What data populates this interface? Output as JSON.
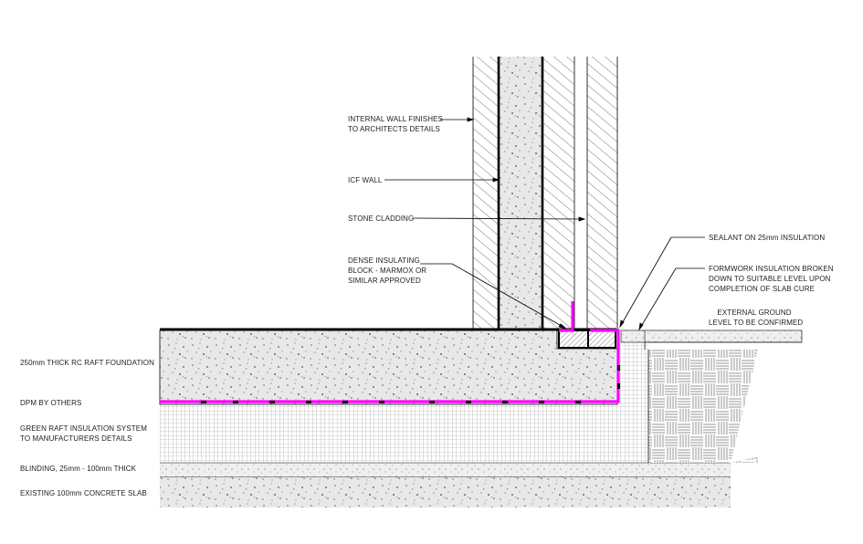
{
  "labels": {
    "internal_wall": [
      "INTERNAL WALL FINISHES",
      "TO ARCHITECTS DETAILS"
    ],
    "icf_wall": "ICF WALL",
    "stone_cladding": "STONE CLADDING",
    "dense_block": [
      "DENSE INSULATING",
      "BLOCK - MARMOX OR",
      "SIMILAR APPROVED"
    ],
    "sealant": "SEALANT ON 25mm INSULATION",
    "formwork": [
      "FORMWORK INSULATION BROKEN",
      "DOWN TO SUITABLE LEVEL UPON",
      "COMPLETION OF SLAB CURE"
    ],
    "external_ground": [
      "EXTERNAL GROUND",
      "LEVEL TO BE CONFIRMED"
    ],
    "raft": "250mm THICK RC RAFT FOUNDATION",
    "dpm": "DPM BY OTHERS",
    "insulation": [
      "GREEN RAFT INSULATION SYSTEM",
      "TO MANUFACTURERS DETAILS"
    ],
    "blinding": "BLINDING, 25mm - 100mm THICK",
    "existing_slab": "EXISTING 100mm CONCRETE SLAB"
  },
  "colors": {
    "line": "#000000",
    "dpm": "#ff00ff",
    "concrete": "#e6e6e6",
    "hatch": "#555555",
    "grid": "#9a9a9a",
    "speckle": "#6a6a6a"
  }
}
